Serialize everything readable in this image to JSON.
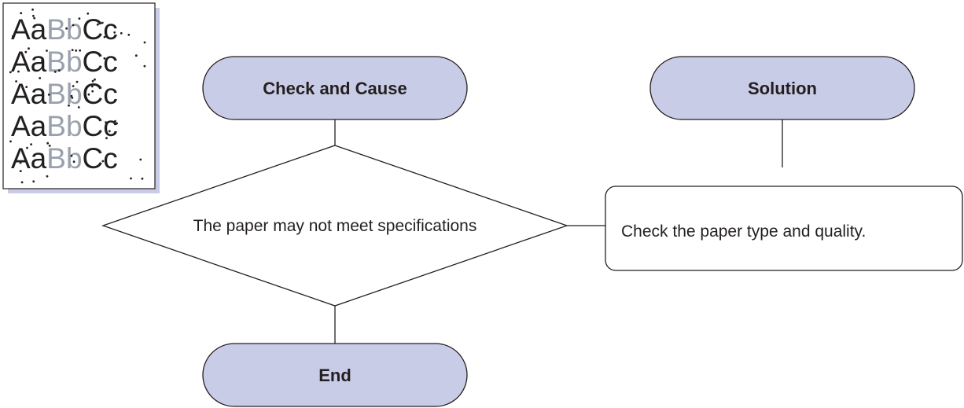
{
  "colors": {
    "pill_fill": "#c9cce6",
    "stroke": "#231f20",
    "sample_dark": "#231f20",
    "sample_light": "#9aa0ae",
    "shadow": "#c9cce6"
  },
  "sample": {
    "rows": [
      {
        "dark1": "Aa",
        "light": "Bb",
        "dark2": "Cc"
      },
      {
        "dark1": "Aa",
        "light": "Bb",
        "dark2": "Cc"
      },
      {
        "dark1": "Aa",
        "light": "Bb",
        "dark2": "Cc"
      },
      {
        "dark1": "Aa",
        "light": "Bb",
        "dark2": "Cc"
      },
      {
        "dark1": "Aa",
        "light": "Bb",
        "dark2": "Cc"
      }
    ]
  },
  "flowchart": {
    "check_label": "Check and Cause",
    "solution_label": "Solution",
    "decision_text": "The paper may not meet specifications",
    "solution_text": "Check the paper type and quality.",
    "end_label": "End"
  }
}
